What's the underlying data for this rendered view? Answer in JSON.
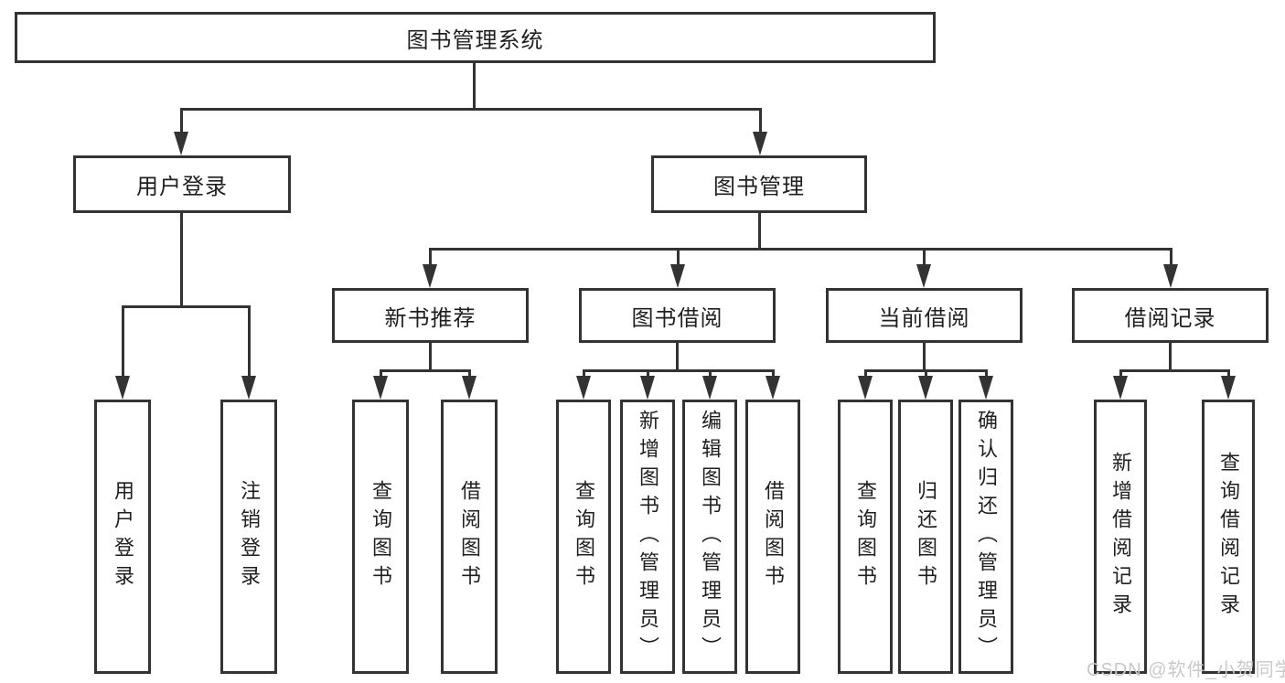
{
  "colors": {
    "background": "#ffffff",
    "line": "#333333",
    "text": "#1f1f1f",
    "watermark": "#c9c9c9"
  },
  "tree": {
    "label": "图书管理系统",
    "children": [
      {
        "label": "用户登录",
        "children": [
          {
            "label": "用户登录"
          },
          {
            "label": "注销登录"
          }
        ]
      },
      {
        "label": "图书管理",
        "children": [
          {
            "label": "新书推荐",
            "children": [
              {
                "label": "查询图书"
              },
              {
                "label": "借阅图书"
              }
            ]
          },
          {
            "label": "图书借阅",
            "children": [
              {
                "label": "查询图书"
              },
              {
                "label": "新增图书（管理员）"
              },
              {
                "label": "编辑图书（管理员）"
              },
              {
                "label": "借阅图书"
              }
            ]
          },
          {
            "label": "当前借阅",
            "children": [
              {
                "label": "查询图书"
              },
              {
                "label": "归还图书"
              },
              {
                "label": "确认归还（管理员）"
              }
            ]
          },
          {
            "label": "借阅记录",
            "children": [
              {
                "label": "新增借阅记录"
              },
              {
                "label": "查询借阅记录"
              }
            ]
          }
        ]
      }
    ]
  },
  "watermark": {
    "text": "CSDN @软件_小贺同学"
  }
}
